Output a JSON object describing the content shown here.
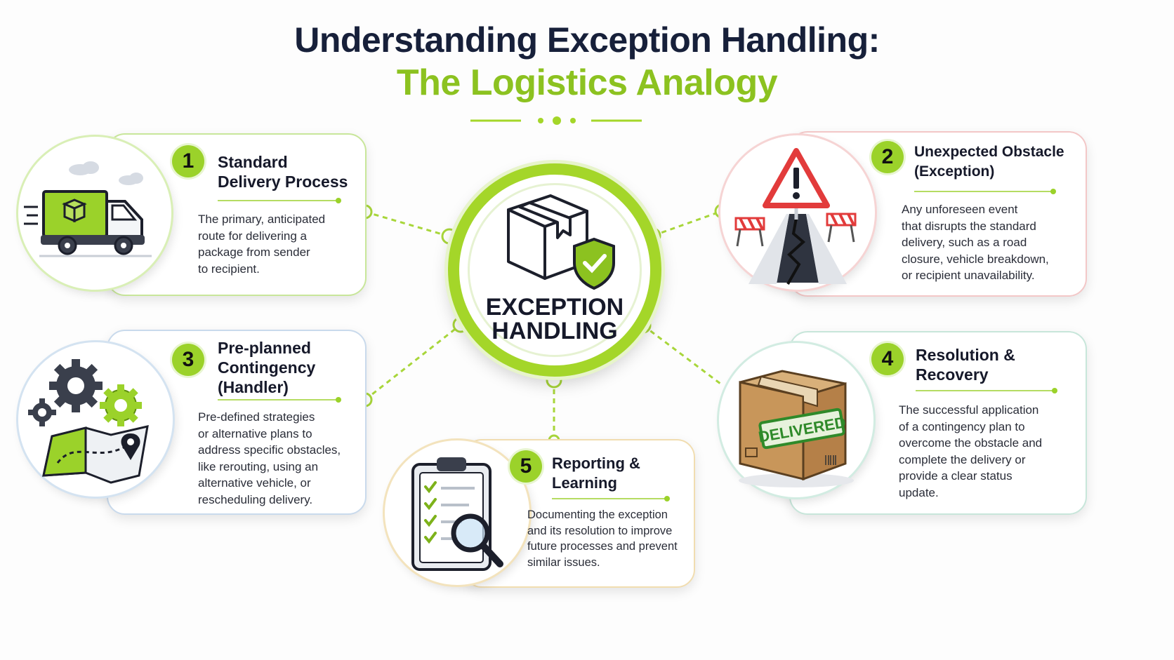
{
  "title": {
    "line1": "Understanding Exception Handling:",
    "line2": "The Logistics Analogy"
  },
  "hub": {
    "label": "EXCEPTION\nHANDLING",
    "icon": "package-shield-icon"
  },
  "colors": {
    "accent": "#9bd22a",
    "title": "#17203a",
    "subtitle": "#8cc220",
    "warning": "#e23b3b"
  },
  "steps": [
    {
      "number": "1",
      "heading": "Standard\nDelivery Process",
      "icon": "delivery-truck-icon",
      "text": "The primary, anticipated\nroute for delivering a\npackage from sender\nto recipient."
    },
    {
      "number": "2",
      "heading": "Unexpected Obstacle\n(Exception)",
      "icon": "warning-road-icon",
      "text": "Any unforeseen event\nthat disrupts the standard\ndelivery, such as a road\nclosure, vehicle breakdown,\nor recipient unavailability."
    },
    {
      "number": "3",
      "heading": "Pre-planned\nContingency\n(Handler)",
      "icon": "gears-map-icon",
      "text": "Pre-defined strategies\nor alternative plans to\naddress specific obstacles,\nlike rerouting, using an\nalternative vehicle, or\nrescheduling delivery."
    },
    {
      "number": "4",
      "heading": "Resolution &\nRecovery",
      "icon": "delivered-box-icon",
      "stamp": "DELIVERED",
      "text": "The successful application\nof a contingency plan to\novercome the obstacle and\ncomplete the delivery or\nprovide a clear status\nupdate."
    },
    {
      "number": "5",
      "heading": "Reporting &\nLearning",
      "icon": "clipboard-magnifier-icon",
      "text": "Documenting the exception\nand its resolution to improve\nfuture processes and prevent\nsimilar issues."
    }
  ]
}
